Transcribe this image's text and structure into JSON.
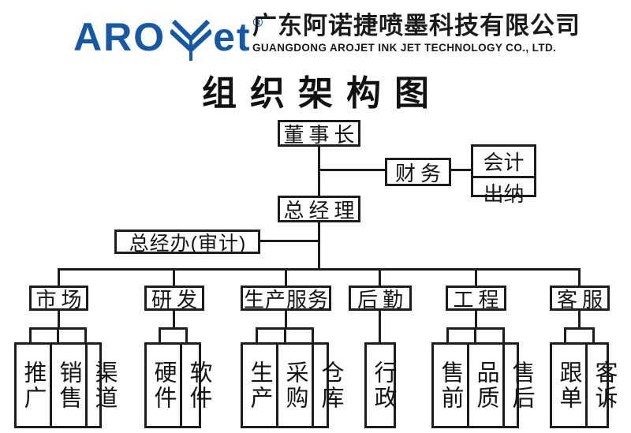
{
  "header": {
    "logo_aro": "ARO",
    "logo_et": "et",
    "logo_reg": "®",
    "company_name_cn": "广东阿诺捷喷墨科技有限公司",
    "company_name_en": "GUANGDONG AROJET INK JET TECHNOLOGY CO., LTD."
  },
  "title": "组织架构图",
  "colors": {
    "brand_blue": "#1558a4",
    "line_black": "#1d1d1d"
  },
  "org": {
    "chairman": "董事长",
    "finance": "财务",
    "finance_children": [
      "会计",
      "出纳"
    ],
    "general_manager": "总经理",
    "gm_office": "总经办(审计)",
    "departments": [
      {
        "label": "市场",
        "children": [
          "推广",
          "销售",
          "渠道"
        ]
      },
      {
        "label": "研发",
        "children": [
          "硬件",
          "软件"
        ]
      },
      {
        "label": "生产服务",
        "children": [
          "生产",
          "采购",
          "仓库"
        ]
      },
      {
        "label": "后勤",
        "children": [
          "行政"
        ]
      },
      {
        "label": "工程",
        "children": [
          "售前",
          "品质",
          "售后"
        ]
      },
      {
        "label": "客服",
        "children": [
          "跟单",
          "客诉"
        ]
      }
    ]
  }
}
